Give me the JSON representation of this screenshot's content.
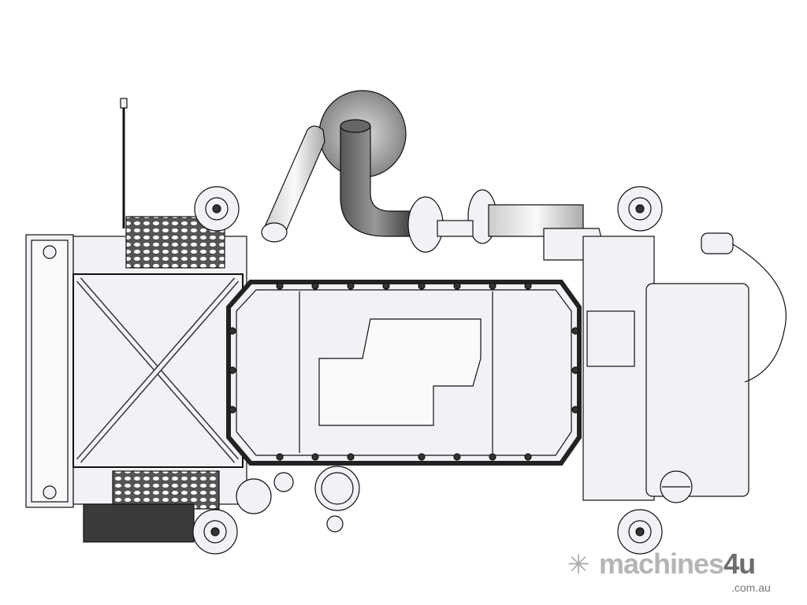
{
  "watermark": {
    "brand_main": "machines",
    "brand_accent": "4u",
    "domain": ".com.au",
    "logo_icon": "snowflake-star-icon"
  },
  "colors": {
    "line": "#111111",
    "body_fill": "#f2f2f6",
    "dark_fill": "#4a4a4a",
    "watermark": "#b5b5b5"
  }
}
